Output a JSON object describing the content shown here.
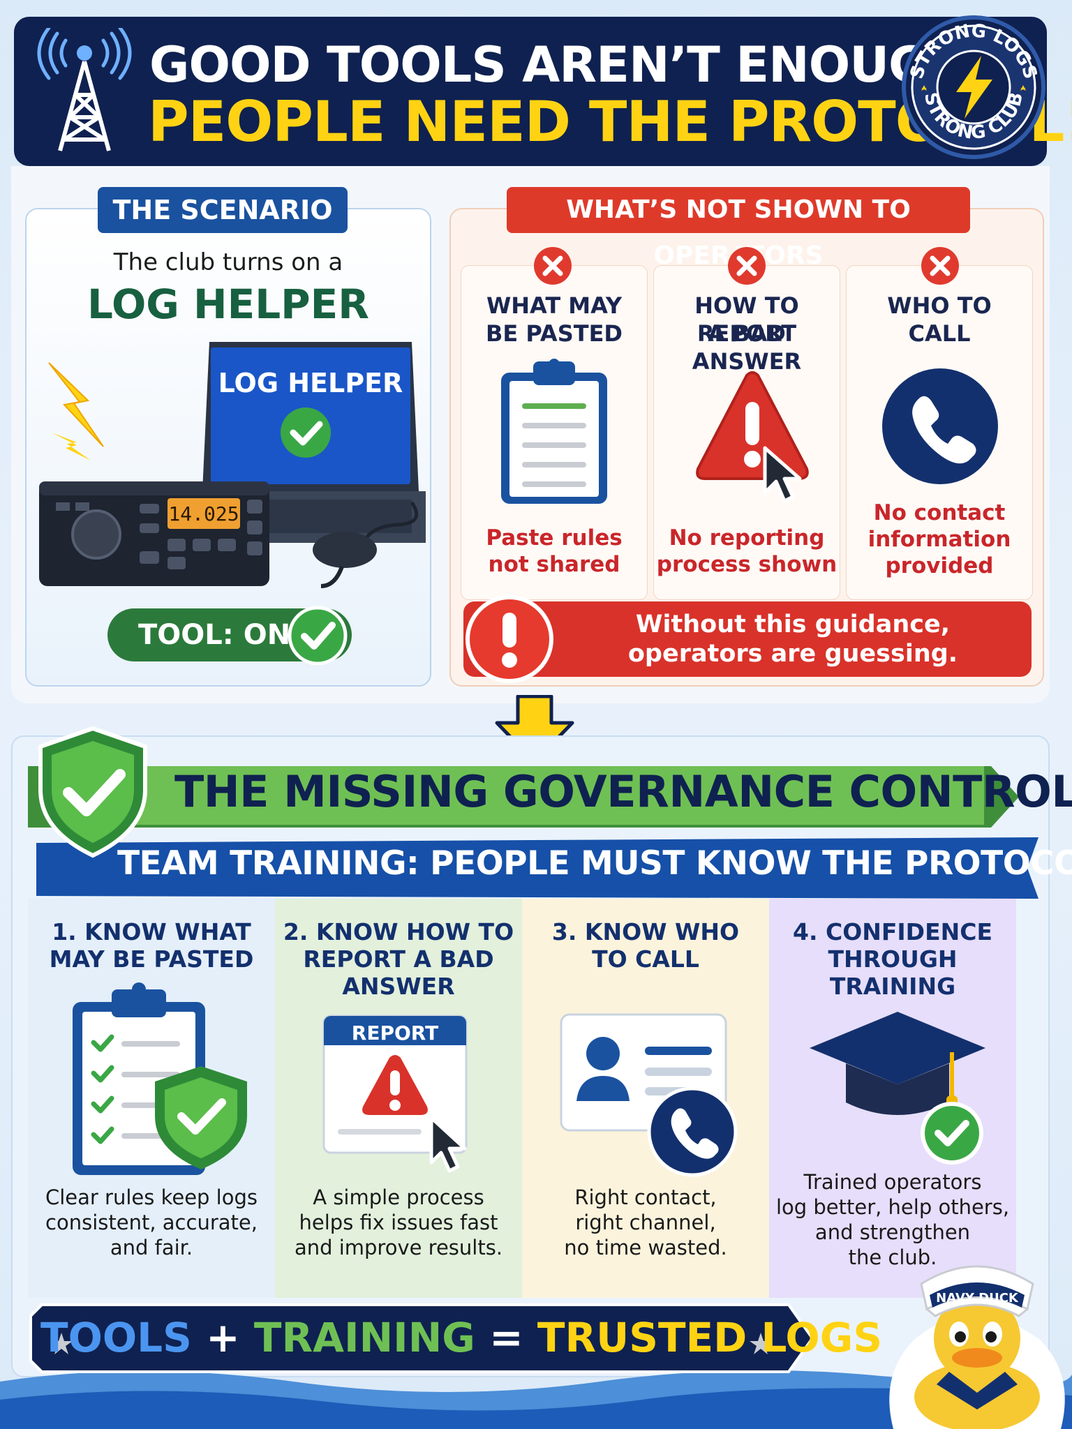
{
  "header": {
    "line1": "GOOD TOOLS AREN’T ENOUGH...",
    "line2": "PEOPLE NEED THE PROTOCOL!",
    "seal_top": "STRONG LOGS",
    "seal_bottom": "STRONG CLUB"
  },
  "scenario": {
    "tag": "THE SCENARIO",
    "text": "The club turns on a",
    "big": "LOG HELPER",
    "screen_label": "LOG HELPER",
    "radio_freq": "14.025",
    "tool_status": "TOOL: ON"
  },
  "not_shown": {
    "tag": "WHAT’S NOT SHOWN TO OPERATORS",
    "items": [
      {
        "head1": "WHAT MAY",
        "head2": "BE PASTED",
        "foot1": "Paste rules",
        "foot2": "not shared",
        "icon": "clipboard-icon"
      },
      {
        "head1": "HOW TO REPORT",
        "head2": "A BAD ANSWER",
        "foot1": "No reporting",
        "foot2": "process shown",
        "icon": "warning-cursor-icon"
      },
      {
        "head1": "WHO TO",
        "head2": "CALL",
        "foot1": "No contact",
        "foot2": "information",
        "foot3": "provided",
        "icon": "phone-icon"
      }
    ],
    "warning1": "Without this guidance,",
    "warning2": "operators are guessing."
  },
  "governance": {
    "title": "THE MISSING GOVERNANCE CONTROL",
    "subtitle": "TEAM TRAINING: PEOPLE MUST KNOW THE PROTOCOL",
    "steps": [
      {
        "t1": "1. KNOW WHAT",
        "t2": "MAY BE PASTED",
        "t3": "",
        "d1": "Clear rules keep logs",
        "d2": "consistent, accurate,",
        "d3": "and fair.",
        "d4": "",
        "bg": "#e4effa"
      },
      {
        "t1": "2. KNOW HOW TO",
        "t2": "REPORT A BAD",
        "t3": "ANSWER",
        "d1": "A simple process",
        "d2": "helps fix issues fast",
        "d3": "and improve results.",
        "d4": "",
        "bg": "#e2f0dc",
        "card_label": "REPORT"
      },
      {
        "t1": "3. KNOW WHO",
        "t2": "TO CALL",
        "t3": "",
        "d1": "Right contact,",
        "d2": "right channel,",
        "d3": "no time wasted.",
        "d4": "",
        "bg": "#fbf3dc"
      },
      {
        "t1": "4. CONFIDENCE",
        "t2": "THROUGH",
        "t3": "TRAINING",
        "d1": "Trained operators",
        "d2": "log better, help others,",
        "d3": "and strengthen",
        "d4": "the club.",
        "bg": "#e6defa"
      }
    ]
  },
  "banner": {
    "tools": "TOOLS",
    "plus": "+",
    "training": "TRAINING",
    "equals": "=",
    "trusted": "TRUSTED LOGS"
  },
  "mascot": {
    "hat_label": "NAVY DUCK"
  },
  "colors": {
    "navy": "#0f2150",
    "yellow": "#ffd313",
    "red": "#d9322a",
    "green": "#2b7a3b",
    "blue": "#1a52a0"
  }
}
